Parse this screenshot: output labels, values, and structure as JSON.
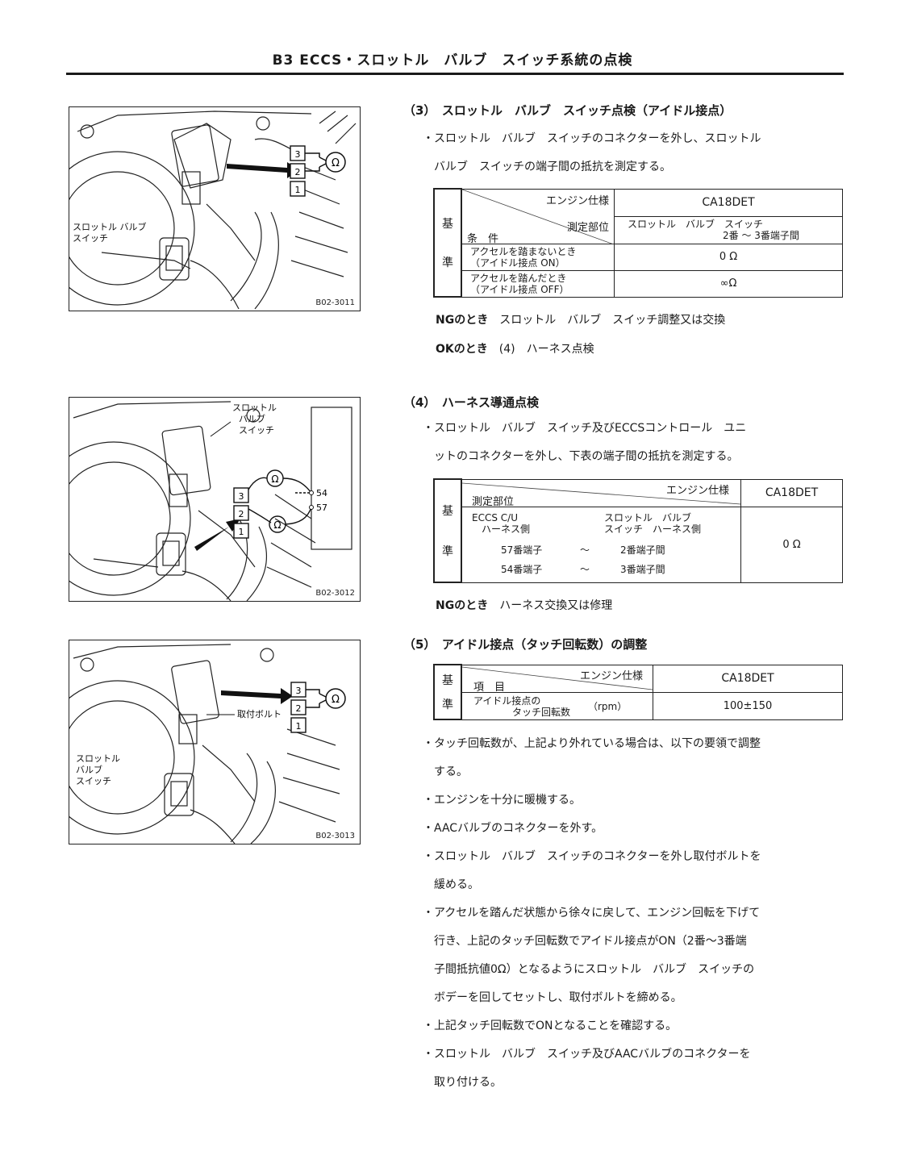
{
  "header": {
    "title": "B3 ECCS・スロットル　バルブ　スイッチ系統の点検"
  },
  "figures": [
    {
      "code": "B02-3011",
      "labels": [
        "スロットル バルブ",
        "スイッチ"
      ],
      "connector": [
        "3",
        "2",
        "1"
      ],
      "ohm": "Ω"
    },
    {
      "code": "B02-3012",
      "labels": [
        "スロットル",
        "バルブ",
        "スイッチ"
      ],
      "connector": [
        "3",
        "2",
        "1"
      ],
      "ohm": "Ω",
      "pins": [
        "54",
        "57"
      ]
    },
    {
      "code": "B02-3013",
      "labels": [
        "スロットル",
        "バルブ",
        "スイッチ"
      ],
      "bolt": "取付ボルト",
      "connector": [
        "3",
        "2",
        "1"
      ],
      "ohm": "Ω"
    }
  ],
  "section3": {
    "title": "（3）　スロットル　バルブ　スイッチ点検（アイドル接点）",
    "bullet": [
      "・スロットル　バルブ　スイッチのコネクターを外し、スロットル",
      "バルブ　スイッチの端子間の抵抗を測定する。"
    ],
    "table": {
      "engine_label": "エンジン仕様",
      "engine_value": "CA18DET",
      "measure_label": "測定部位",
      "condition_label": "条　件",
      "kihon": "基",
      "jun": "準",
      "measure_value": [
        "スロットル　バルブ　スイッチ",
        "2番 ～ 3番端子間"
      ],
      "rows": [
        {
          "condition": [
            "アクセルを踏まないとき",
            "（アイドル接点 ON）"
          ],
          "value": "0 Ω"
        },
        {
          "condition": [
            "アクセルを踏んだとき",
            "（アイドル接点 OFF）"
          ],
          "value": "∞Ω"
        }
      ]
    },
    "ng": {
      "label": "NGのとき",
      "text": "スロットル　バルブ　スイッチ調整又は交換"
    },
    "ok": {
      "label": "OKのとき",
      "text": "(4)　ハーネス点検"
    }
  },
  "section4": {
    "title": "（4）　ハーネス導通点検",
    "bullet": [
      "・スロットル　バルブ　スイッチ及びECCSコントロール　ユニ",
      "ットのコネクターを外し、下表の端子間の抵抗を測定する。"
    ],
    "table": {
      "engine_label": "エンジン仕様",
      "engine_value": "CA18DET",
      "measure_label": "測定部位",
      "kihon": "基",
      "jun": "準",
      "left_head": [
        "ECCS C/U",
        "ハーネス側"
      ],
      "right_head": [
        "スロットル　バルブ",
        "スイッチ　ハーネス側"
      ],
      "rows": [
        {
          "left": "57番端子",
          "tilde": "～",
          "right": "2番端子間"
        },
        {
          "left": "54番端子",
          "tilde": "～",
          "right": "3番端子間"
        }
      ],
      "value": "0 Ω"
    },
    "ng": {
      "label": "NGのとき",
      "text": "ハーネス交換又は修理"
    }
  },
  "section5": {
    "title": "（5）　アイドル接点（タッチ回転数）の調整",
    "table": {
      "engine_label": "エンジン仕様",
      "engine_value": "CA18DET",
      "item_label": "項　目",
      "kihon": "基",
      "jun": "準",
      "row_label": [
        "アイドル接点の",
        "タッチ回転数"
      ],
      "unit": "（rpm）",
      "value": "100±150"
    },
    "bullets": [
      [
        "タッチ回転数が、上記より外れている場合は、以下の要領で調整",
        "する。"
      ],
      [
        "エンジンを十分に暖機する。"
      ],
      [
        "AACバルブのコネクターを外す。"
      ],
      [
        "スロットル　バルブ　スイッチのコネクターを外し取付ボルトを",
        "緩める。"
      ],
      [
        "アクセルを踏んだ状態から徐々に戻して、エンジン回転を下げて",
        "行き、上記のタッチ回転数でアイドル接点がON（2番～3番端",
        "子間抵抗値0Ω）となるようにスロットル　バルブ　スイッチの",
        "ボデーを回してセットし、取付ボルトを締める。"
      ],
      [
        "上記タッチ回転数でONとなることを確認する。"
      ],
      [
        "スロットル　バルブ　スイッチ及びAACバルブのコネクターを",
        "取り付ける。"
      ]
    ],
    "bullet_mark": "・"
  }
}
